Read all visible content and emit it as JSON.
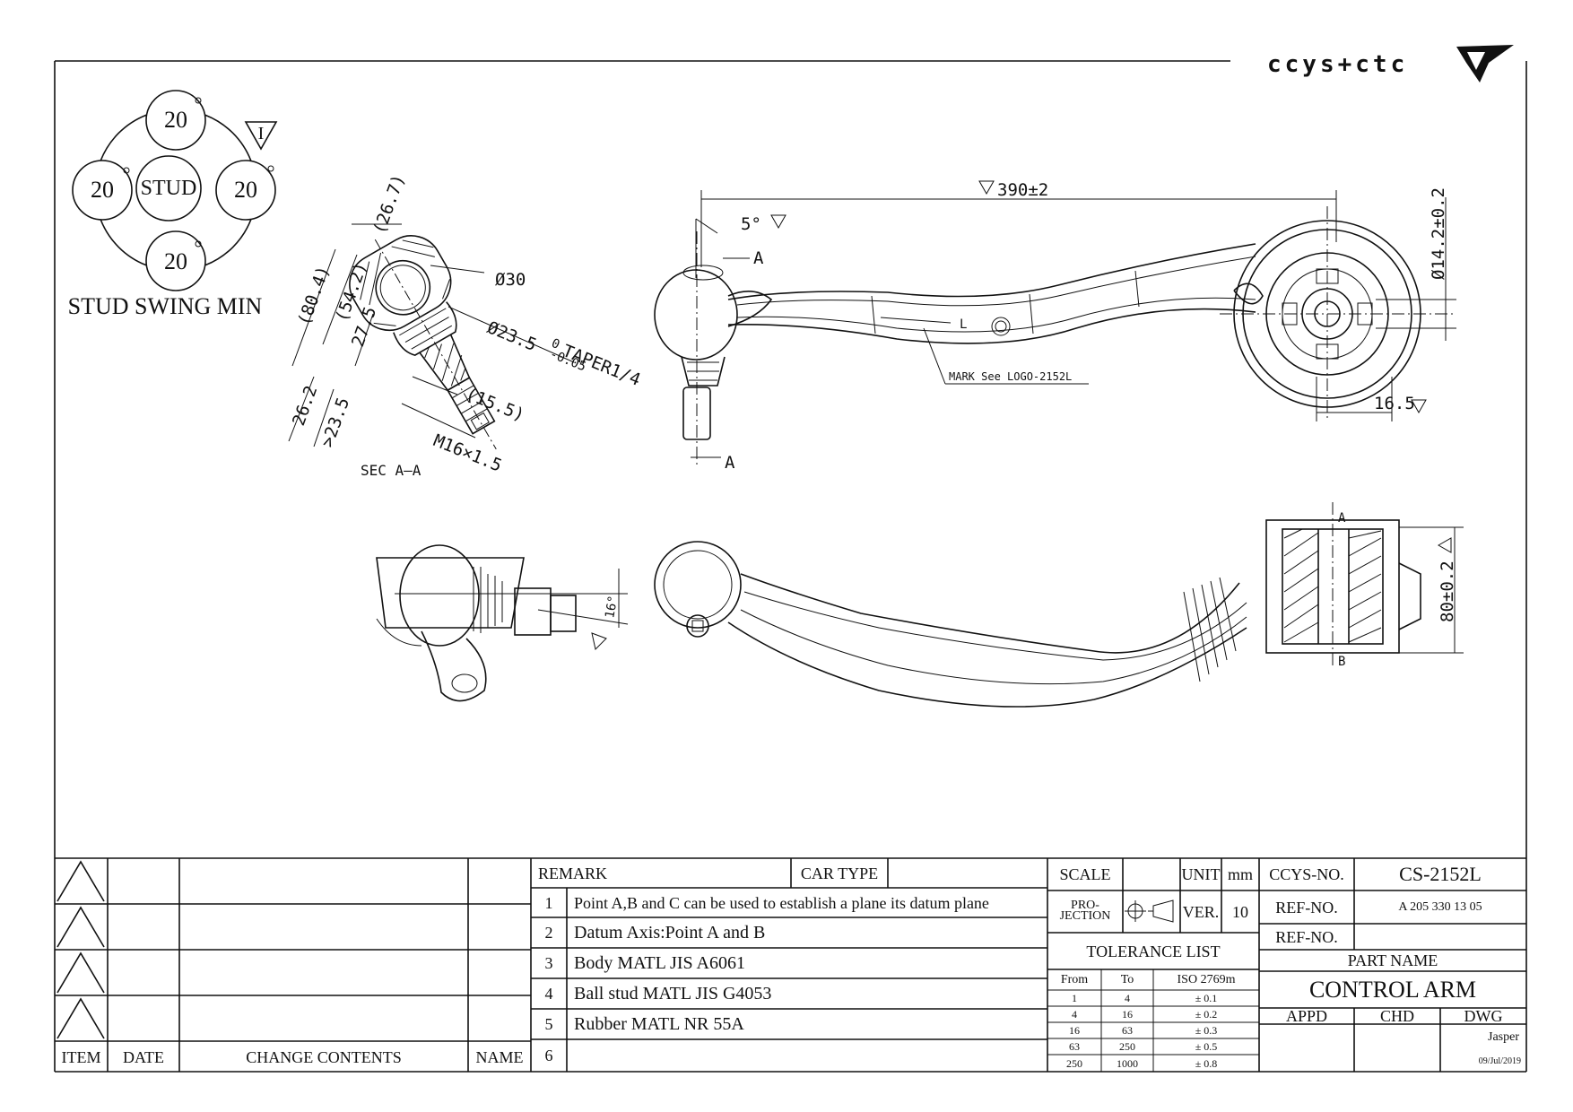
{
  "brand": {
    "logo_text": "ccys+ctc"
  },
  "stud_swing": {
    "title": "STUD SWING MIN",
    "center_label": "STUD",
    "values": [
      "20",
      "20",
      "20",
      "20"
    ],
    "symbol": "I"
  },
  "section_view": {
    "label": "SEC A–A",
    "dims": [
      "(26.7)",
      "(54.2)",
      "(80.4)",
      "27.5",
      "26.2",
      ">23.5",
      "Ø30",
      "Ø23.5",
      "TAPER1/4",
      "(15.5)",
      "M16×1.5"
    ],
    "taper_tol_top": "0",
    "taper_tol_bottom": "-0.05"
  },
  "top_view": {
    "dims": [
      "390±2",
      "5°",
      "Ø14.2±0.2",
      "16.5"
    ],
    "section_marker": "A",
    "mark_note": "MARK See LOGO-2152L",
    "side_label": "L"
  },
  "side_view": {
    "dims": [
      "80±0.2",
      "16°"
    ],
    "point_a": "A",
    "point_b": "B"
  },
  "title_block": {
    "revision_headers": {
      "item": "ITEM",
      "date": "DATE",
      "change_contents": "CHANGE CONTENTS",
      "name": "NAME"
    },
    "remark_label": "REMARK",
    "car_type_label": "CAR TYPE",
    "remarks": [
      {
        "num": "1",
        "text": "Point A,B and C can be used to establish a plane its datum plane"
      },
      {
        "num": "2",
        "text": "Datum Axis:Point A and B"
      },
      {
        "num": "3",
        "text": "Body MATL JIS A6061"
      },
      {
        "num": "4",
        "text": "Ball stud MATL JIS G4053"
      },
      {
        "num": "5",
        "text": "Rubber MATL NR 55A"
      },
      {
        "num": "6",
        "text": ""
      }
    ],
    "scale_label": "SCALE",
    "unit_label": "UNIT",
    "unit_value": "mm",
    "projection_label_1": "PRO-",
    "projection_label_2": "JECTION",
    "ver_label": "VER.",
    "ver_value": "10",
    "tolerance_label": "TOLERANCE LIST",
    "tolerance_headers": [
      "From",
      "To",
      "ISO 2769m"
    ],
    "tolerance_rows": [
      [
        "1",
        "4",
        "± 0.1"
      ],
      [
        "4",
        "16",
        "± 0.2"
      ],
      [
        "16",
        "63",
        "± 0.3"
      ],
      [
        "63",
        "250",
        "± 0.5"
      ],
      [
        "250",
        "1000",
        "± 0.8"
      ]
    ],
    "ccys_no_label": "CCYS-NO.",
    "ccys_no_value": "CS-2152L",
    "ref_no_label": "REF-NO.",
    "ref_no_value": "A 205 330 13 05",
    "ref_no_label_2": "REF-NO.",
    "part_name_label": "PART NAME",
    "part_name_value": "CONTROL ARM",
    "appd_label": "APPD",
    "chd_label": "CHD",
    "dwg_label": "DWG",
    "drawn_by": "Jasper",
    "date": "09/Jul/2019"
  }
}
